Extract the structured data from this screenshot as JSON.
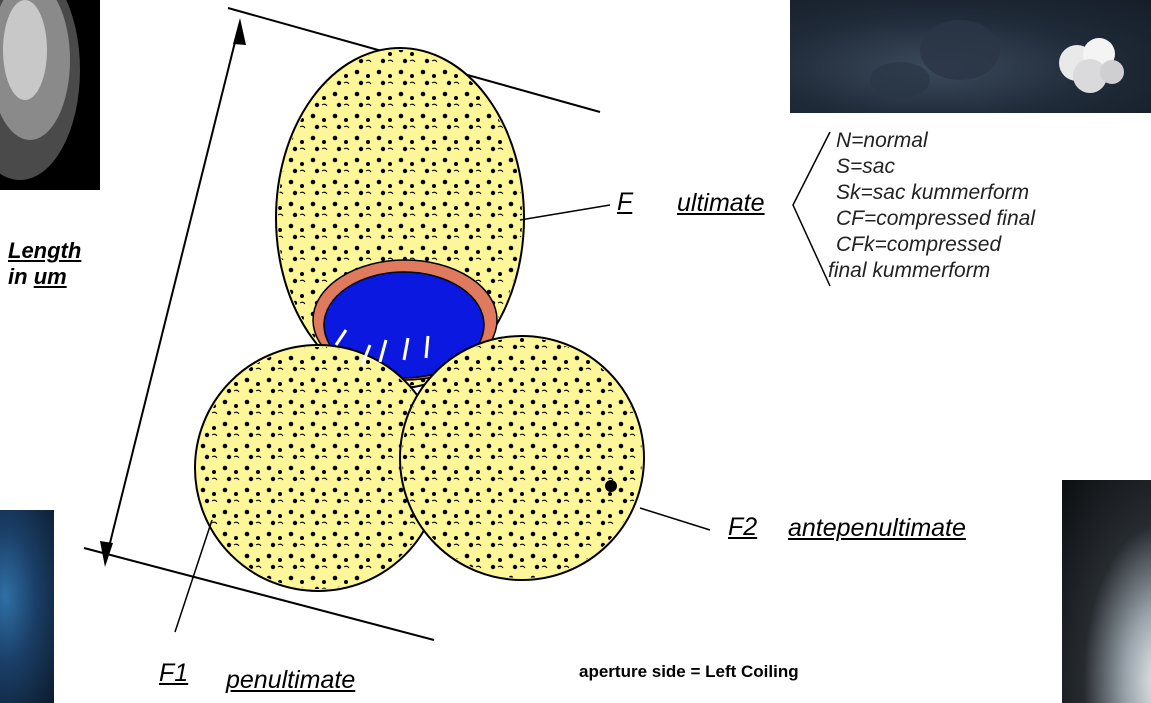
{
  "photos": {
    "top_left": "foraminifera-photo",
    "top_right": "foraminifera-photo",
    "bottom_left": "foraminifera-photo",
    "bottom_right": "foraminifera-photo"
  },
  "length": {
    "word1": "Length",
    "word2": "in",
    "unit": "um"
  },
  "ultimate": {
    "code": "F",
    "name": "ultimate"
  },
  "antepenultimate": {
    "code": "F2",
    "name": "antepenultimate"
  },
  "penultimate": {
    "code": "F1",
    "name": "penultimate"
  },
  "final_types": [
    "N=normal",
    "S=sac",
    "Sk=sac kummerform",
    "CF=compressed final",
    "CFk=compressed",
    "final kummerform"
  ],
  "aperture": {
    "label": "aperture side = ",
    "value": "Left Coiling"
  },
  "colors": {
    "chamber": "#fdf79a",
    "aperture": "#0a18e0",
    "lip": "#e07a5f"
  }
}
